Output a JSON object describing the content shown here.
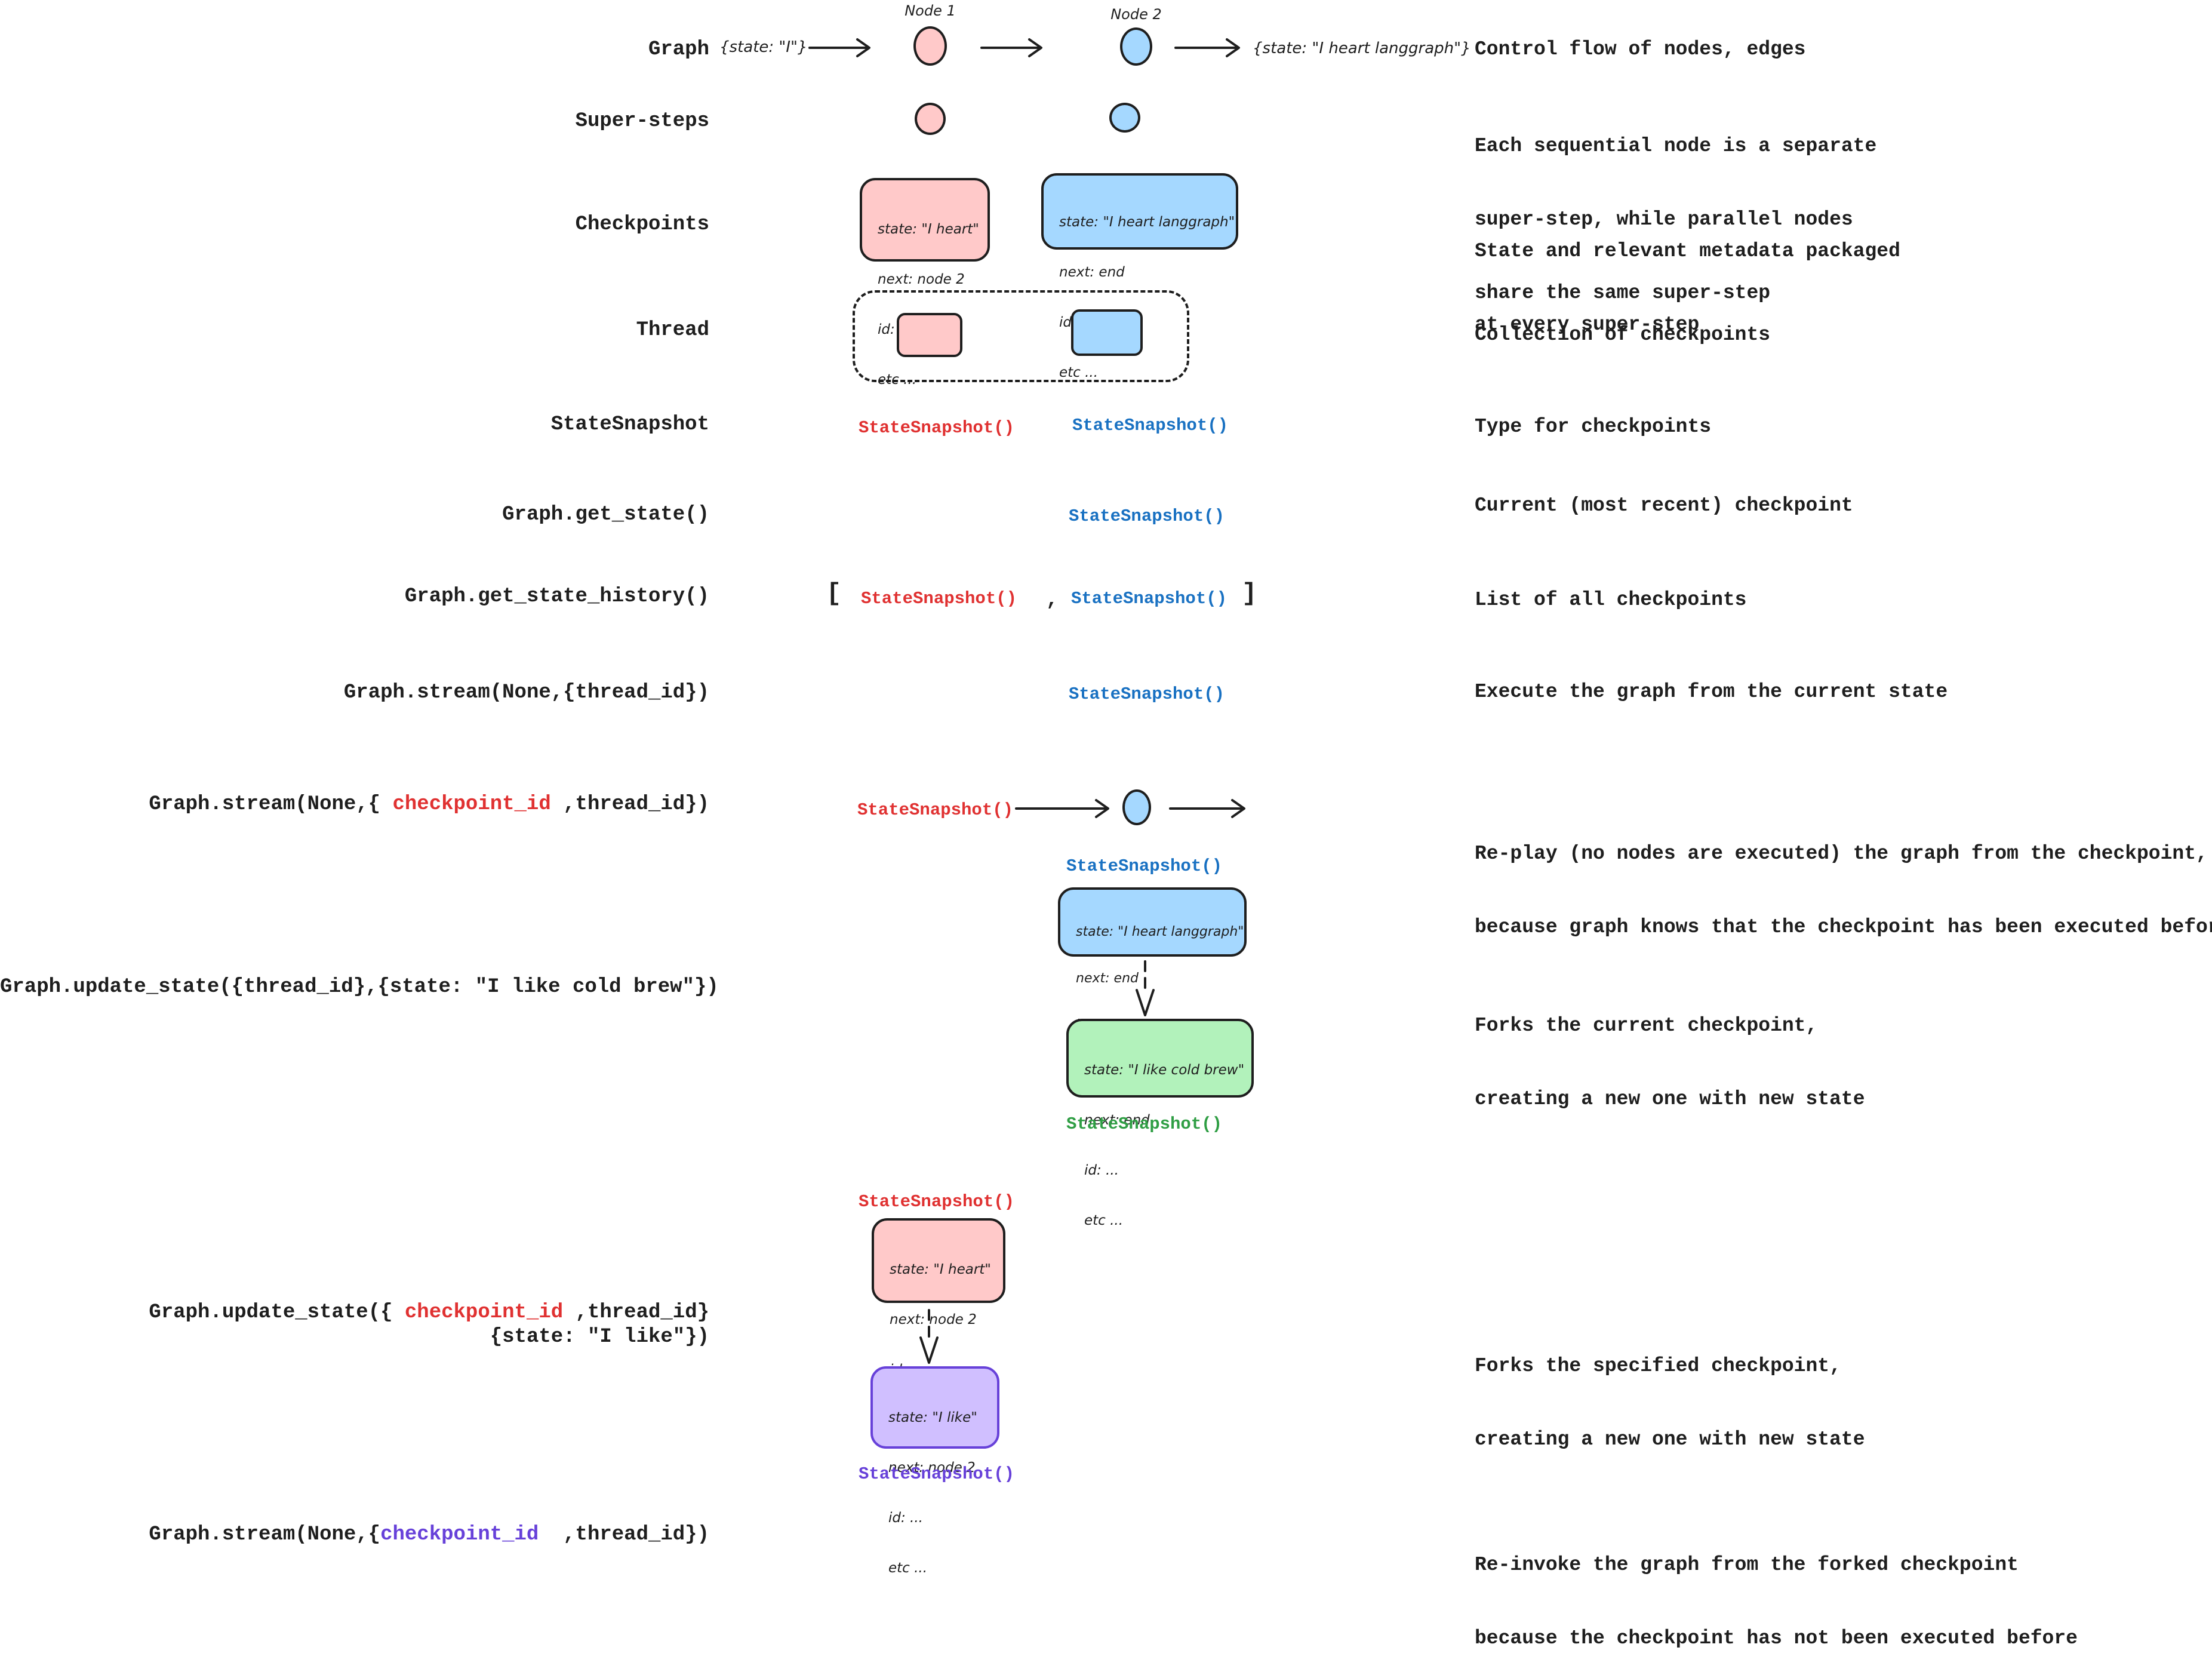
{
  "colors": {
    "ink": "#1e1e1e",
    "pink_fill": "#ffc9c9",
    "blue_fill": "#a5d8ff",
    "green_fill": "#b2f2bb",
    "purple_fill": "#d0bfff",
    "red_text": "#e03131",
    "blue_text": "#1971c2",
    "green_text": "#2f9e44",
    "purple_text": "#6741d9"
  },
  "snapshot": "StateSnapshot()",
  "graph_row": {
    "label": "Graph",
    "input_state": "{state: \"I\"}",
    "node1": "Node 1",
    "node2": "Node 2",
    "output_state": "{state: \"I heart langgraph\"}",
    "desc": "Control flow of nodes, edges"
  },
  "super_steps": {
    "label": "Super-steps",
    "desc1": "Each sequential node is a separate",
    "desc2": "super-step, while parallel nodes",
    "desc3": "share the same super-step"
  },
  "checkpoints": {
    "label": "Checkpoints",
    "desc1": "State and relevant metadata packaged",
    "desc2": "at every super-step"
  },
  "thread": {
    "label": "Thread",
    "desc": "Collection of checkpoints"
  },
  "statesnapshot": {
    "label": "StateSnapshot",
    "desc": "Type for checkpoints"
  },
  "get_state": {
    "label": "Graph.get_state()",
    "desc": "Current (most recent) checkpoint"
  },
  "get_state_history": {
    "label": "Graph.get_state_history()",
    "bracket_open": "[",
    "comma": ",",
    "bracket_close": "]",
    "desc": "List of all checkpoints"
  },
  "stream_thread": {
    "label": "Graph.stream(None,{thread_id})",
    "desc": "Execute the graph from the current state"
  },
  "stream_checkpoint": {
    "label_pre": "Graph.stream(None,{ ",
    "label_arg": "checkpoint_id",
    "label_post": " ,thread_id})",
    "desc1": "Re-play (no nodes are executed) the graph from the checkpoint,",
    "desc2": "because graph knows that the checkpoint has been executed before"
  },
  "update_state_thread": {
    "label": "Graph.update_state({thread_id},{state: \"I like cold brew\"})",
    "desc1": "Forks the current checkpoint,",
    "desc2": "creating a new one with new state"
  },
  "update_state_checkpoint": {
    "label_pre": "Graph.update_state({ ",
    "label_arg": "checkpoint_id",
    "label_post": " ,thread_id}",
    "label_line2": "{state: \"I like\"})",
    "desc1": "Forks the specified checkpoint,",
    "desc2": "creating a new one with new state"
  },
  "stream_forked": {
    "label_pre": "Graph.stream(None,{",
    "label_arg": "checkpoint_id",
    "label_post": "  ,thread_id})",
    "desc1": "Re-invoke the graph from the forked checkpoint",
    "desc2": "because the checkpoint has not been executed before"
  },
  "boxes": {
    "heart": {
      "l0": "state: \"I heart\"",
      "l1": "next: node 2",
      "l2": "id: ...",
      "l3": "etc ..."
    },
    "heart_langgraph": {
      "l0": "state: \"I heart langgraph\"",
      "l1": "next: end",
      "l2": "id: ...",
      "l3": "etc ..."
    },
    "cold_brew": {
      "l0": "state: \"I like cold brew\"",
      "l1": "next: end",
      "l2": "id: ...",
      "l3": "etc ..."
    },
    "like": {
      "l0": "state: \"I like\"",
      "l1": "next: node 2",
      "l2": "id: ...",
      "l3": "etc ..."
    }
  }
}
